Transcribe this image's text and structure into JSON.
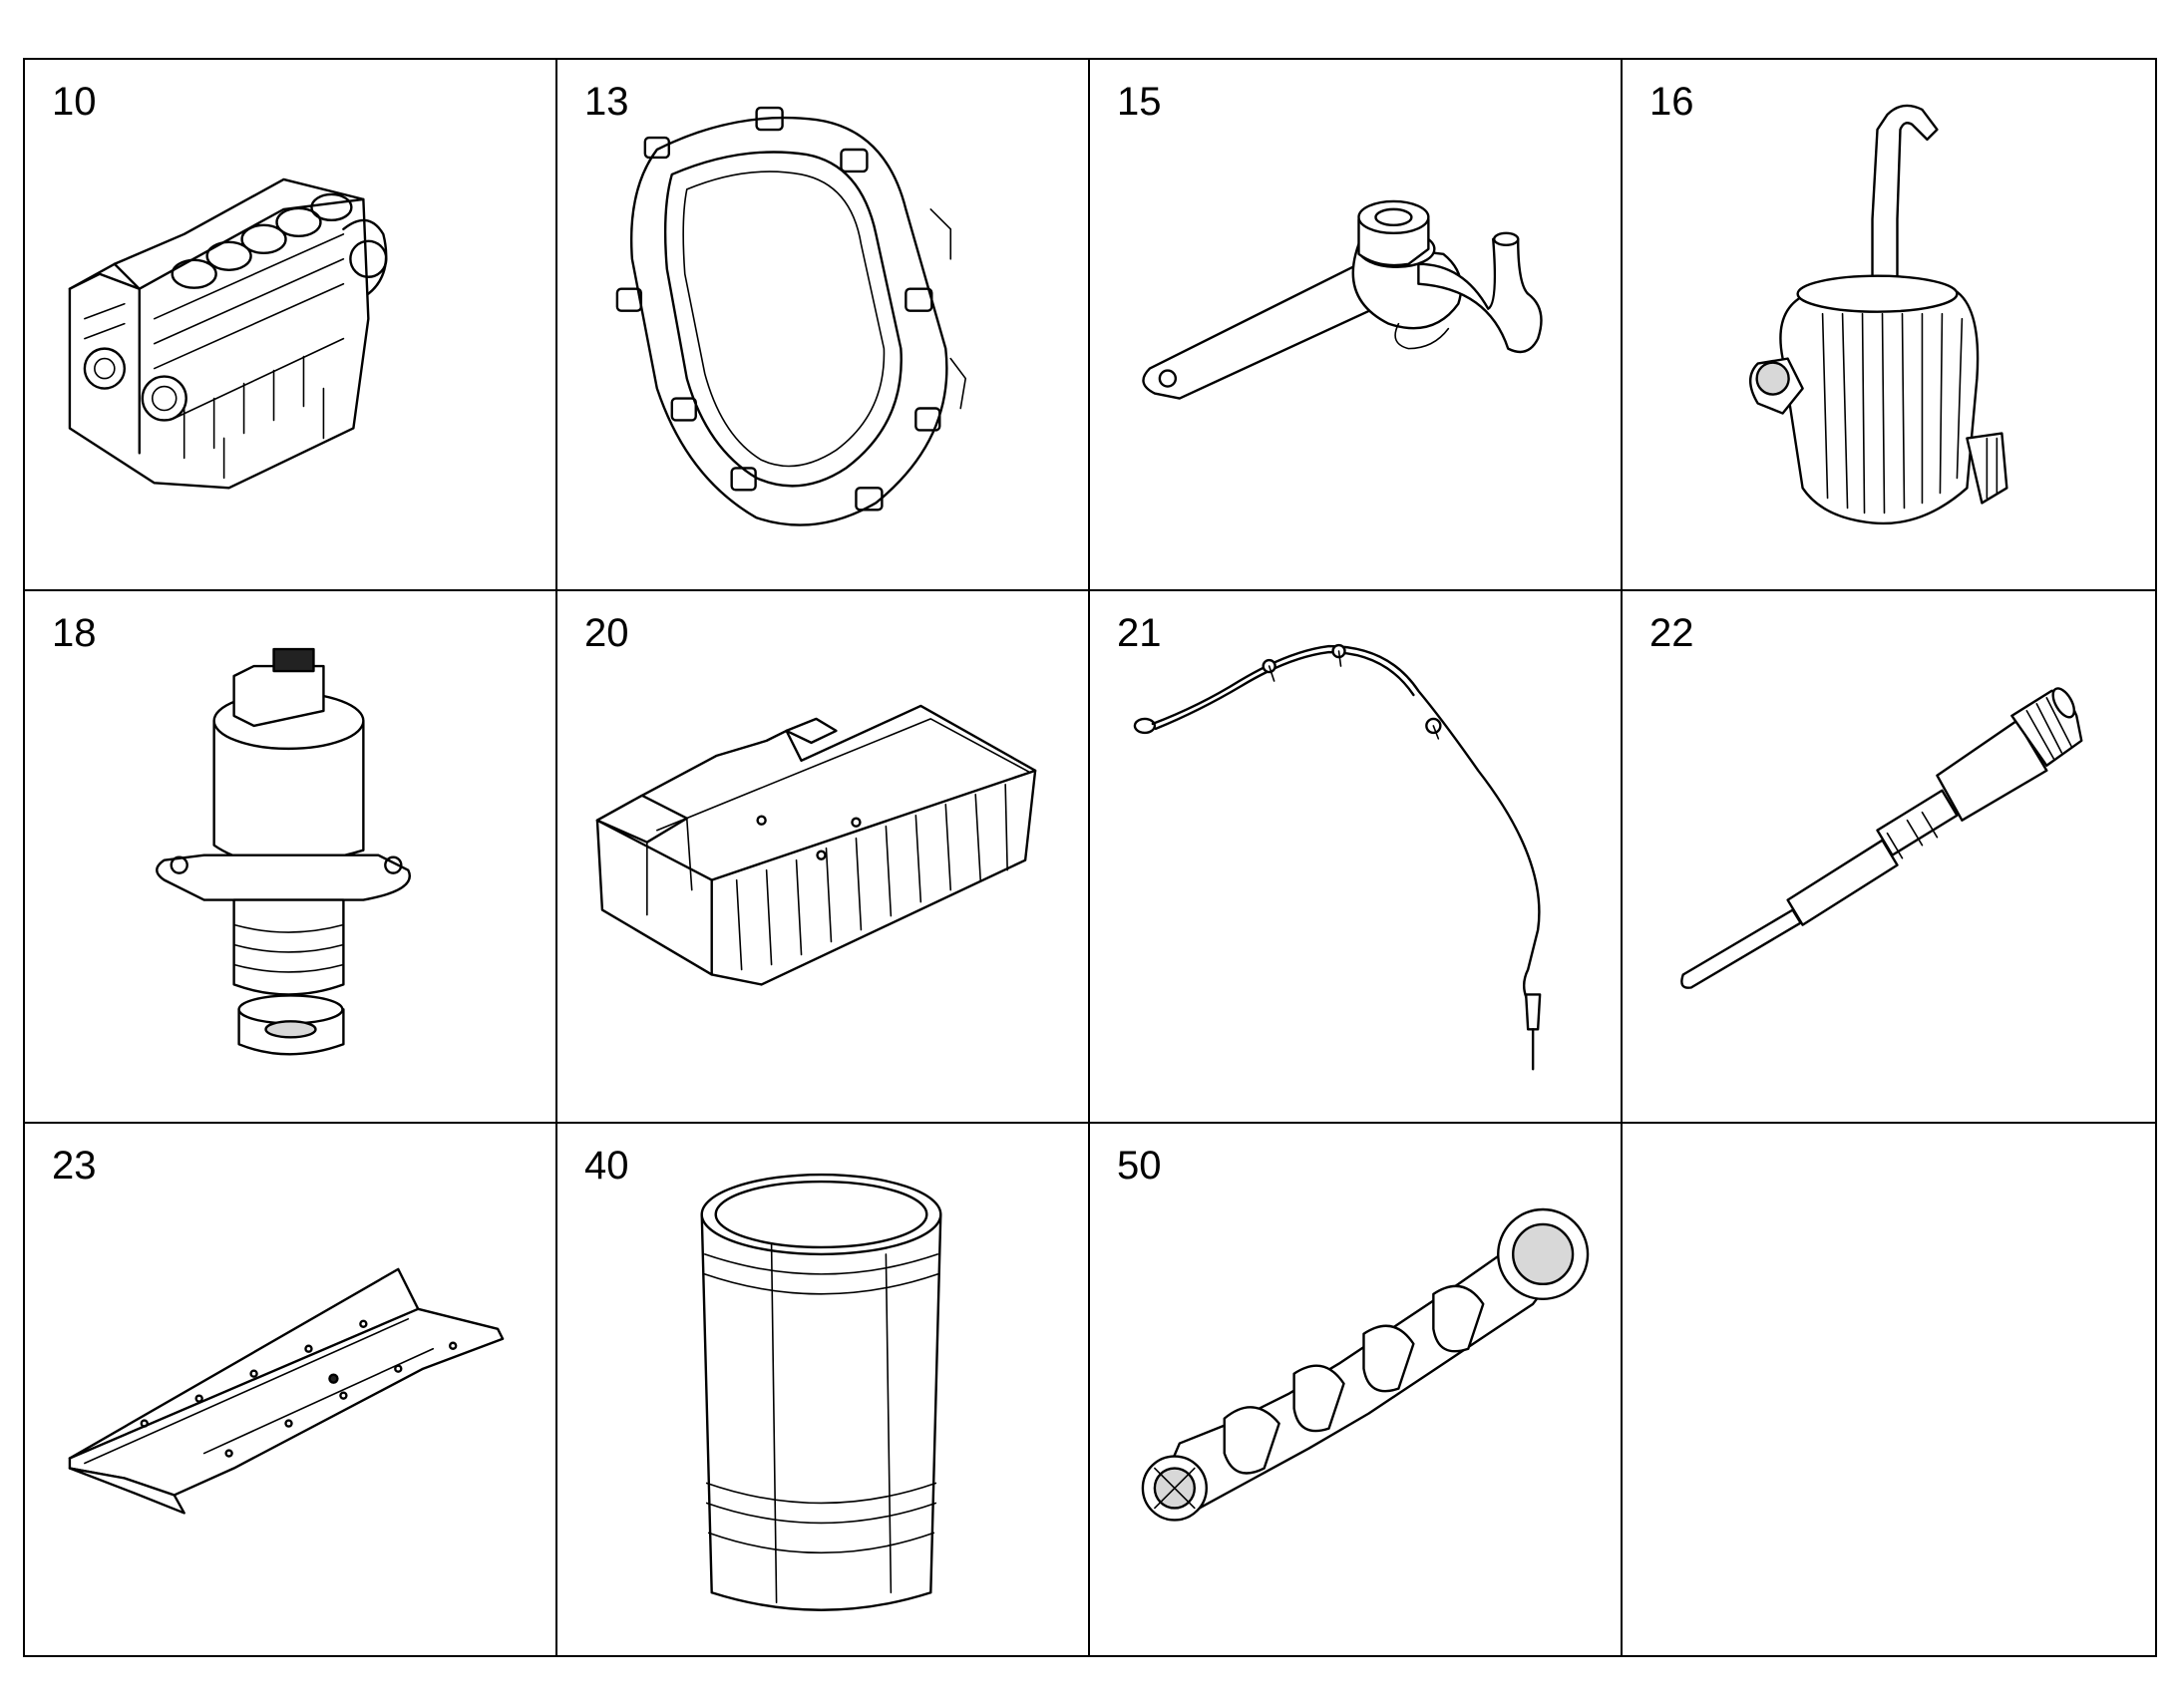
{
  "parts": [
    {
      "number": "10",
      "icon": "cylinder-block-icon"
    },
    {
      "number": "13",
      "icon": "flywheel-housing-ring-icon"
    },
    {
      "number": "15",
      "icon": "oil-pickup-tube-icon"
    },
    {
      "number": "16",
      "icon": "crankcase-breather-icon"
    },
    {
      "number": "18",
      "icon": "egr-valve-icon"
    },
    {
      "number": "20",
      "icon": "oil-pan-icon"
    },
    {
      "number": "21",
      "icon": "wiring-harness-icon"
    },
    {
      "number": "22",
      "icon": "dipstick-tube-icon"
    },
    {
      "number": "23",
      "icon": "baffle-plate-icon"
    },
    {
      "number": "40",
      "icon": "cylinder-liner-icon"
    },
    {
      "number": "50",
      "icon": "crankshaft-icon"
    },
    {
      "number": "",
      "icon": ""
    }
  ]
}
